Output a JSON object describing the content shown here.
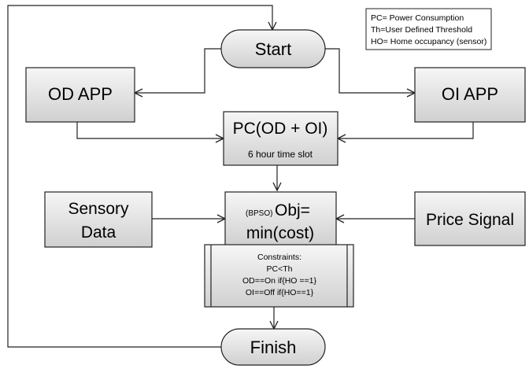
{
  "legend": {
    "lines": [
      "PC= Power Consumption",
      "Th=User Defined Threshold",
      "HO= Home occupancy (sensor)"
    ]
  },
  "nodes": {
    "start": {
      "label": "Start"
    },
    "od_app": {
      "label": "OD APP"
    },
    "oi_app": {
      "label": "OI APP"
    },
    "pc": {
      "title": "PC(OD + OI)",
      "subtitle": "6 hour time slot"
    },
    "sensory_data": {
      "line1": "Sensory",
      "line2": "Data"
    },
    "objective": {
      "prefix": "(BPSO)",
      "line1": "Obj=",
      "line2": "min(cost)"
    },
    "price_signal": {
      "label": "Price Signal"
    },
    "constraints": {
      "lines": [
        "Constraints:",
        "PC<Th",
        "OD==On if{HO ==1}",
        "OI==Off if{HO==1}"
      ]
    },
    "finish": {
      "label": "Finish"
    }
  },
  "colors": {
    "box_fill_top": "#f4f4f4",
    "box_fill_bottom": "#d2d2d2",
    "stroke": "#222222",
    "background": "#ffffff"
  }
}
